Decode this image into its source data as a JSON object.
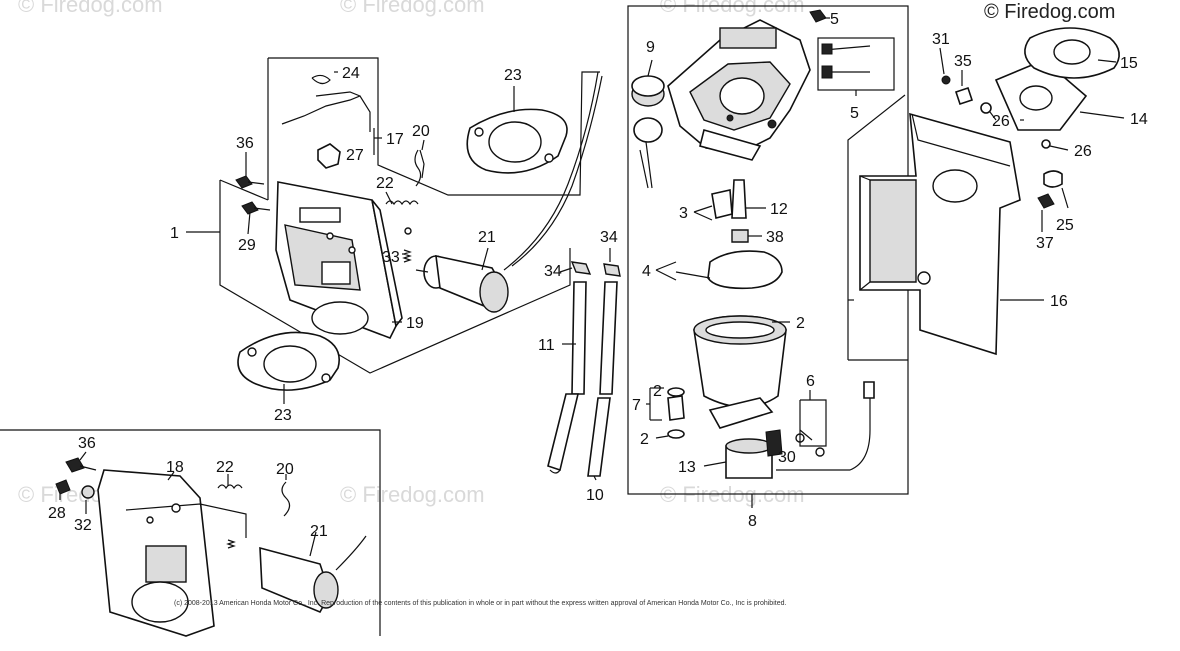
{
  "watermarks": [
    "© Firedog.com",
    "© Firedog.com",
    "© Firedog.com",
    "© Firedog.com",
    "© Firedog.com",
    "© Firedog.com",
    "© Firedog.com"
  ],
  "copyright": "(c) 2008-2013 American Honda Motor Co., Inc. Reproduction of the contents of this publication in whole or in part without the express written approval of American Honda Motor Co., Inc is prohibited.",
  "callouts": [
    "1",
    "2",
    "2",
    "2",
    "3",
    "4",
    "5",
    "5",
    "6",
    "7",
    "8",
    "9",
    "10",
    "11",
    "12",
    "13",
    "14",
    "15",
    "16",
    "17",
    "18",
    "19",
    "20",
    "20",
    "21",
    "21",
    "22",
    "22",
    "23",
    "23",
    "24",
    "25",
    "26",
    "26",
    "27",
    "28",
    "29",
    "30",
    "31",
    "32",
    "33",
    "34",
    "34",
    "35",
    "36",
    "36",
    "37",
    "38"
  ]
}
